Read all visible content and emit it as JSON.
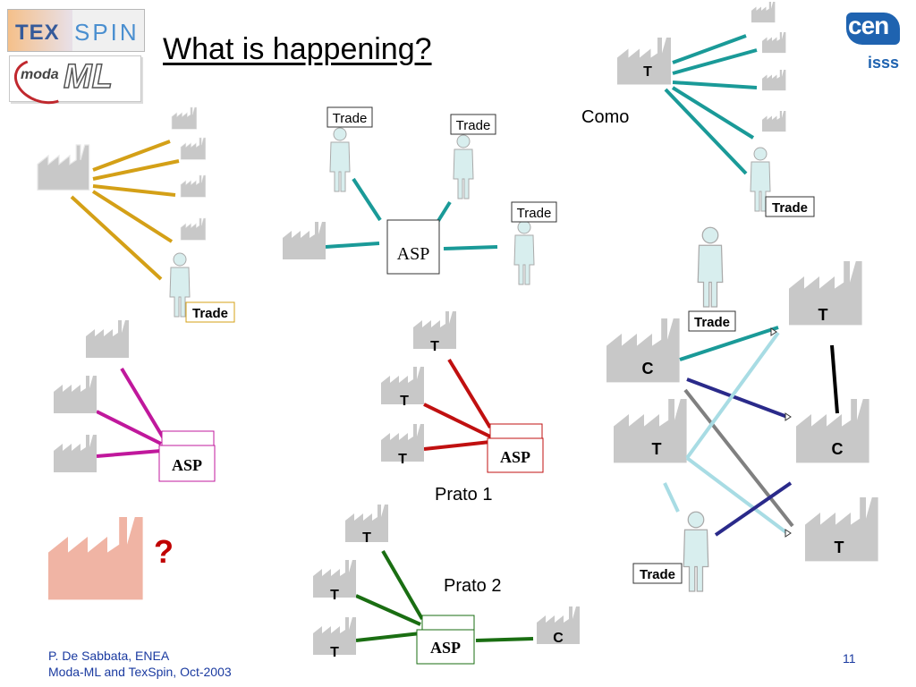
{
  "logos": {
    "texspin_left": "TEX",
    "texspin_right": "SPIN",
    "modaml_left": "moda",
    "modaml_right": "ML",
    "cen_top": "cen",
    "cen_bottom": "isss"
  },
  "title": "What is happening?",
  "labels": {
    "como": "Como",
    "prato1": "Prato 1",
    "prato2": "Prato 2",
    "question": "?"
  },
  "node_text": {
    "trade": "Trade",
    "asp": "ASP",
    "T": "T",
    "C": "C"
  },
  "footer": {
    "author": "P. De Sabbata, ENEA",
    "event": "Moda-ML and TexSpin, Oct-2003",
    "page": "11"
  },
  "colors": {
    "gold": "#d4a017",
    "teal": "#1a9a98",
    "magenta": "#c0189c",
    "red": "#c01010",
    "green": "#1a6e12",
    "navy": "#2a2a8a",
    "gray": "#808080",
    "lightblue": "#a8dce4",
    "factory": "#c8c8c8",
    "factory_pink": "#f0b4a4"
  }
}
